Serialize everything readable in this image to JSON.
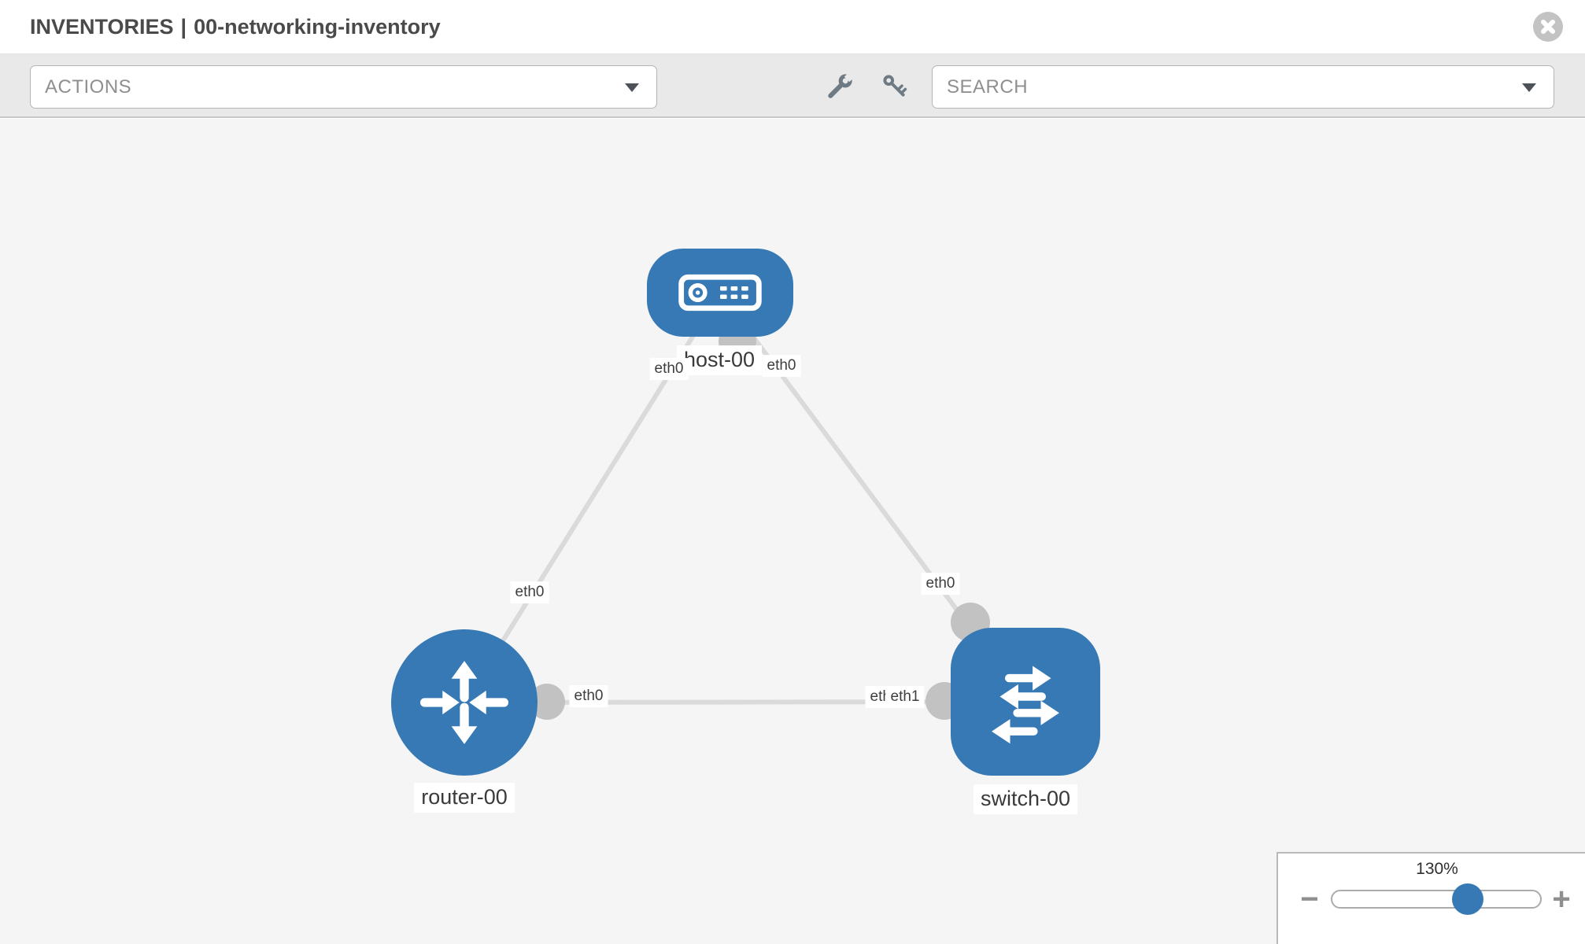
{
  "header": {
    "section": "INVENTORIES",
    "separator": "|",
    "name": "00-networking-inventory",
    "close_icon": "x-circle"
  },
  "toolbar": {
    "actions_label": "ACTIONS",
    "search_label": "SEARCH",
    "icons": {
      "wrench": "wrench",
      "key": "key",
      "dropdown_caret": "chevron-down"
    }
  },
  "topology": {
    "nodes": [
      {
        "id": "host-00",
        "label": "host-00",
        "type": "host",
        "shape": "rounded-rect",
        "color": "#3779b5"
      },
      {
        "id": "router-00",
        "label": "router-00",
        "type": "router",
        "shape": "circle",
        "color": "#3779b5"
      },
      {
        "id": "switch-00",
        "label": "switch-00",
        "type": "switch",
        "shape": "rounded-square",
        "color": "#3779b5"
      }
    ],
    "links": [
      {
        "source": "host-00",
        "source_interface": "eth0",
        "target": "router-00",
        "target_interface": "eth0"
      },
      {
        "source": "host-00",
        "source_interface": "eth0",
        "target": "switch-00",
        "target_interface": "eth0"
      },
      {
        "source": "router-00",
        "source_interface": "eth0",
        "target": "switch-00",
        "target_interface": "eth1"
      }
    ],
    "chips": {
      "host_left": "eth0",
      "host_right": "eth0",
      "router_top": "eth0",
      "router_right": "eth0",
      "switch_top": "eth0",
      "switch_left_under": "eth0",
      "switch_left_over": "eth1"
    }
  },
  "zoom_control": {
    "level": "130%",
    "percent": 65,
    "minus": "−",
    "plus": "+"
  },
  "colors": {
    "node_blue": "#3779b5",
    "edge_gray": "#dadada",
    "dot_gray": "#c2c2c2",
    "canvas_bg": "#f5f5f5",
    "toolbar_bg": "#e9e9e9"
  }
}
